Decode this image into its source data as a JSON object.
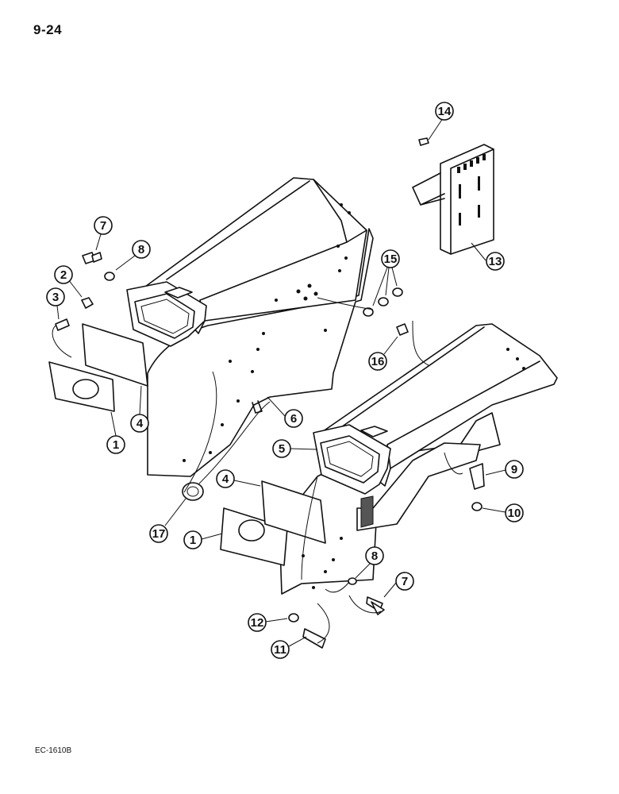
{
  "page_number": "9-24",
  "doc_code": "EC-1610B",
  "callouts": [
    {
      "label": "14"
    },
    {
      "label": "13"
    },
    {
      "label": "7"
    },
    {
      "label": "8"
    },
    {
      "label": "15"
    },
    {
      "label": "2"
    },
    {
      "label": "3"
    },
    {
      "label": "16"
    },
    {
      "label": "4"
    },
    {
      "label": "6"
    },
    {
      "label": "1"
    },
    {
      "label": "5"
    },
    {
      "label": "9"
    },
    {
      "label": "4"
    },
    {
      "label": "10"
    },
    {
      "label": "17"
    },
    {
      "label": "1"
    },
    {
      "label": "8"
    },
    {
      "label": "7"
    },
    {
      "label": "12"
    },
    {
      "label": "11"
    }
  ]
}
